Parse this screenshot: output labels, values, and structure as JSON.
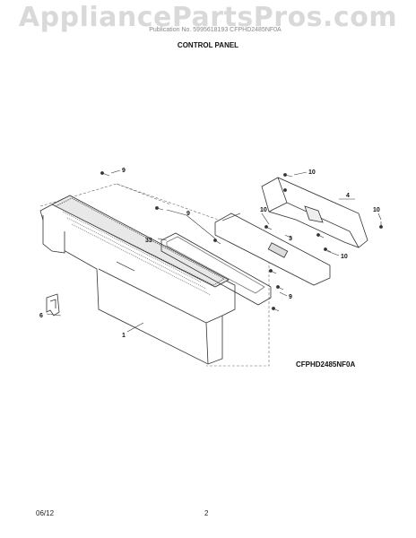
{
  "watermark": "AppliancePartsPros.com",
  "header_text": "Publication No. 5995618193 CFPHD2485NF0A",
  "section_title": "CONTROL PANEL",
  "model_code": "CFPHD2485NF0A",
  "footer": {
    "date": "06/12",
    "page": "2"
  },
  "callouts": {
    "c9_top": "9",
    "c10_top": "10",
    "c4": "4",
    "c10_right": "10",
    "c9_mid": "9",
    "c10_mid": "10",
    "c33": "33",
    "c3": "3",
    "c10_low": "10",
    "c9_low": "9",
    "c6": "6",
    "c1": "1"
  }
}
